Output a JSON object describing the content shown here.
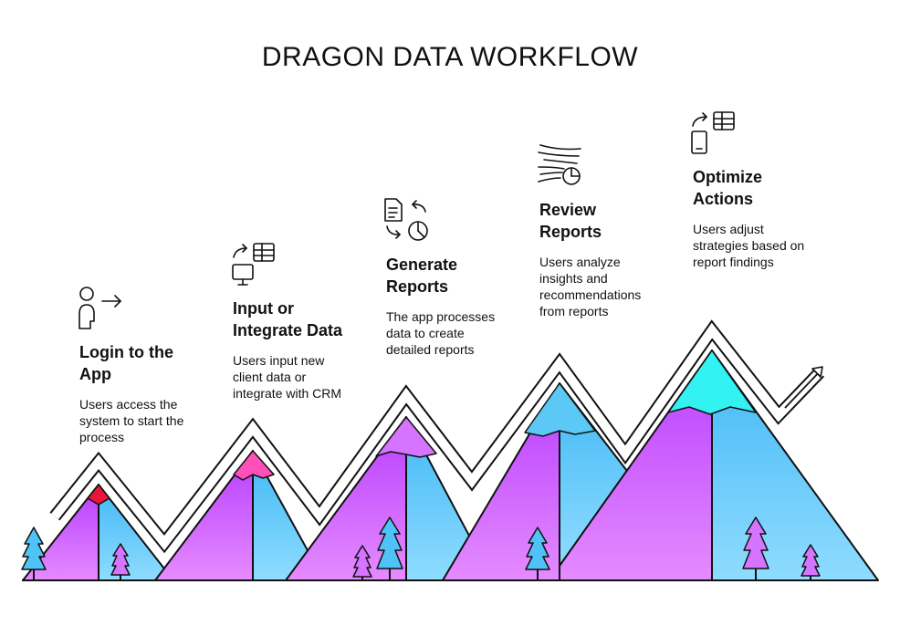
{
  "title": "DRAGON DATA WORKFLOW",
  "colors": {
    "purple": "#c84dff",
    "blue": "#4fc3f7",
    "red_peak": "#e8163a",
    "pink_peak": "#ff4fb8",
    "cyan_peak": "#33f2f2",
    "outline": "#111111"
  },
  "steps": [
    {
      "icon": "user-login-icon",
      "heading_line1": "Login to the",
      "heading_line2": "App",
      "desc_lines": [
        "Users access the",
        "system to start the",
        "process"
      ]
    },
    {
      "icon": "monitor-table-sync-icon",
      "heading_line1": "Input or",
      "heading_line2": "Integrate Data",
      "desc_lines": [
        "Users input new",
        "client data or",
        "integrate with CRM"
      ]
    },
    {
      "icon": "document-piechart-icon",
      "heading_line1": "Generate",
      "heading_line2": "Reports",
      "desc_lines": [
        "The app processes",
        "data to create",
        "detailed reports"
      ]
    },
    {
      "icon": "analytics-wind-icon",
      "heading_line1": "Review",
      "heading_line2": "Reports",
      "desc_lines": [
        "Users analyze",
        "insights and",
        "recommendations",
        "from reports"
      ]
    },
    {
      "icon": "mobile-table-sync-icon",
      "heading_line1": "Optimize",
      "heading_line2": "Actions",
      "desc_lines": [
        "Users adjust",
        "strategies based on",
        "report findings"
      ]
    }
  ]
}
